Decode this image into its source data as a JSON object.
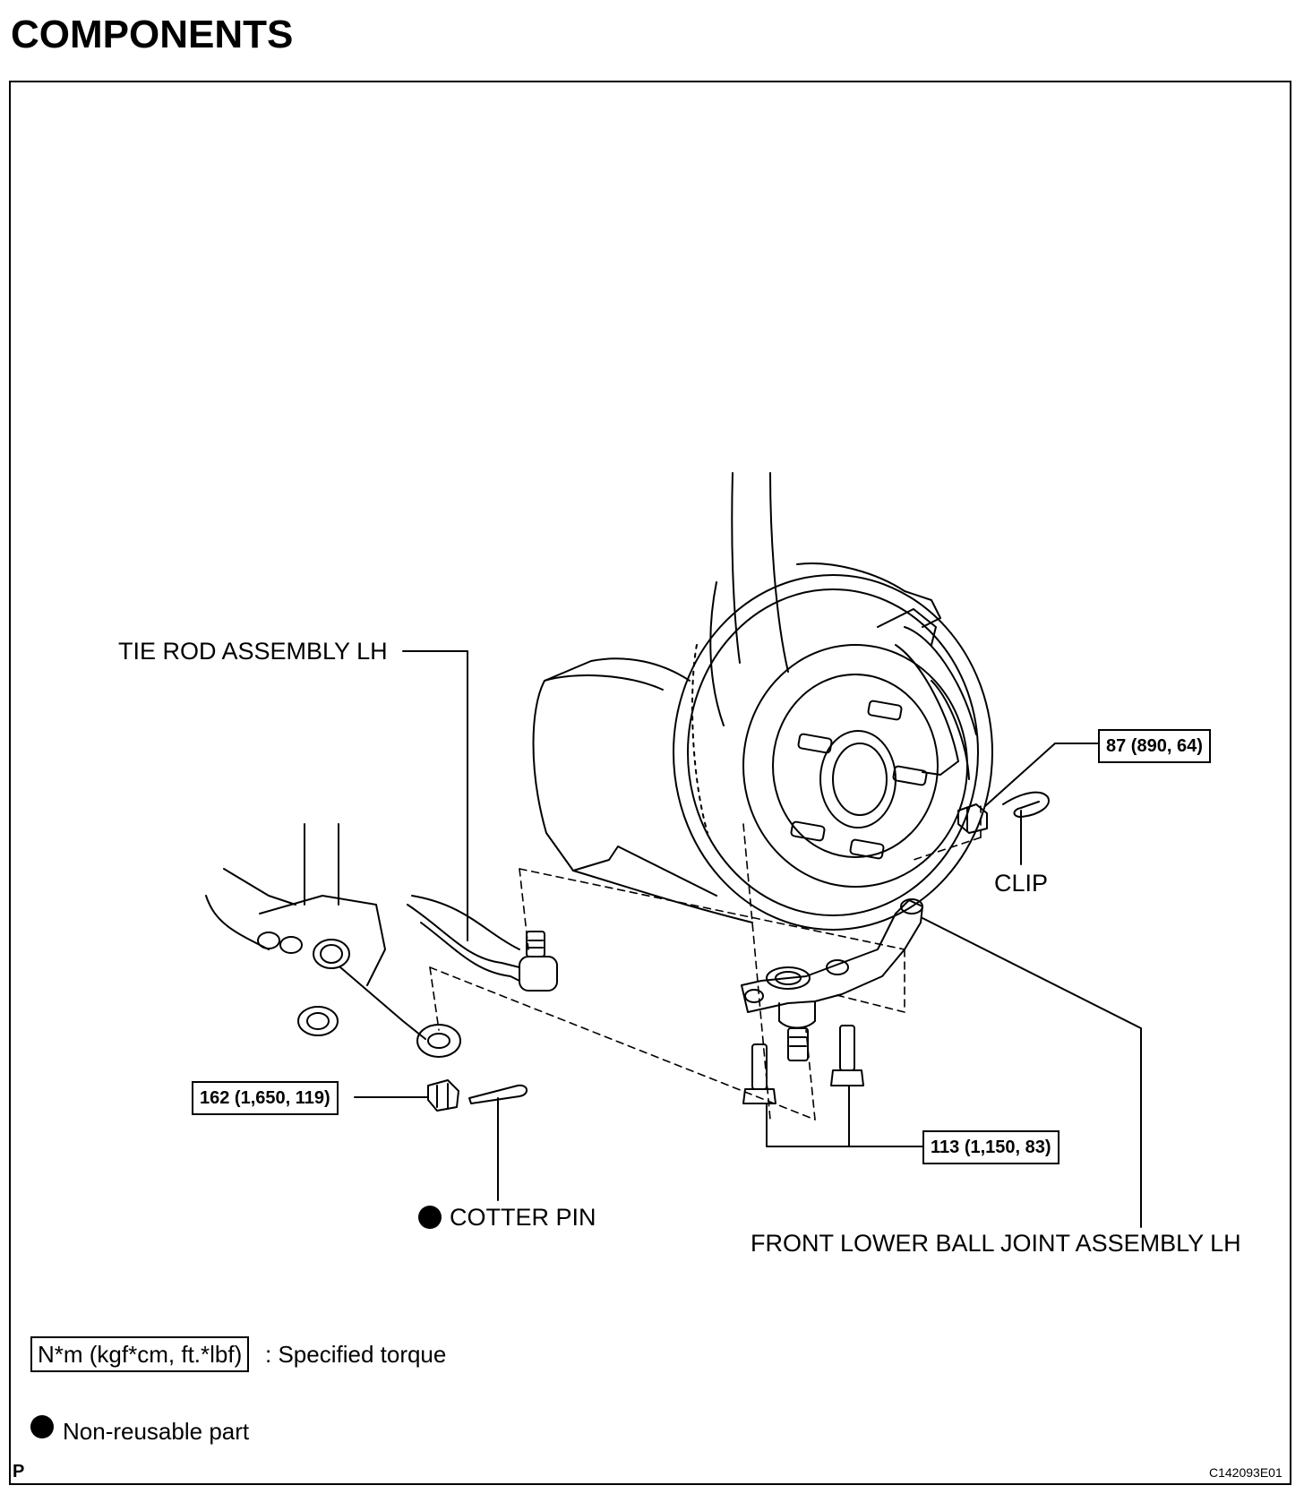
{
  "title": "COMPONENTS",
  "labels": {
    "tie_rod": "TIE ROD ASSEMBLY LH",
    "clip": "CLIP",
    "cotter_pin": "COTTER PIN",
    "ball_joint": "FRONT LOWER BALL JOINT ASSEMBLY LH"
  },
  "torques": {
    "t87": "87 (890, 64)",
    "t162": "162 (1,650, 119)",
    "t113": "113 (1,150, 83)"
  },
  "legend": {
    "torque_unit": "N*m (kgf*cm, ft.*lbf)",
    "torque_desc": ": Specified torque",
    "nonreusable": "Non-reusable part"
  },
  "footer": {
    "corner_mark": "P",
    "figure_code": "C142093E01"
  },
  "icons": {
    "nonreusable": "filled-circle-icon"
  }
}
